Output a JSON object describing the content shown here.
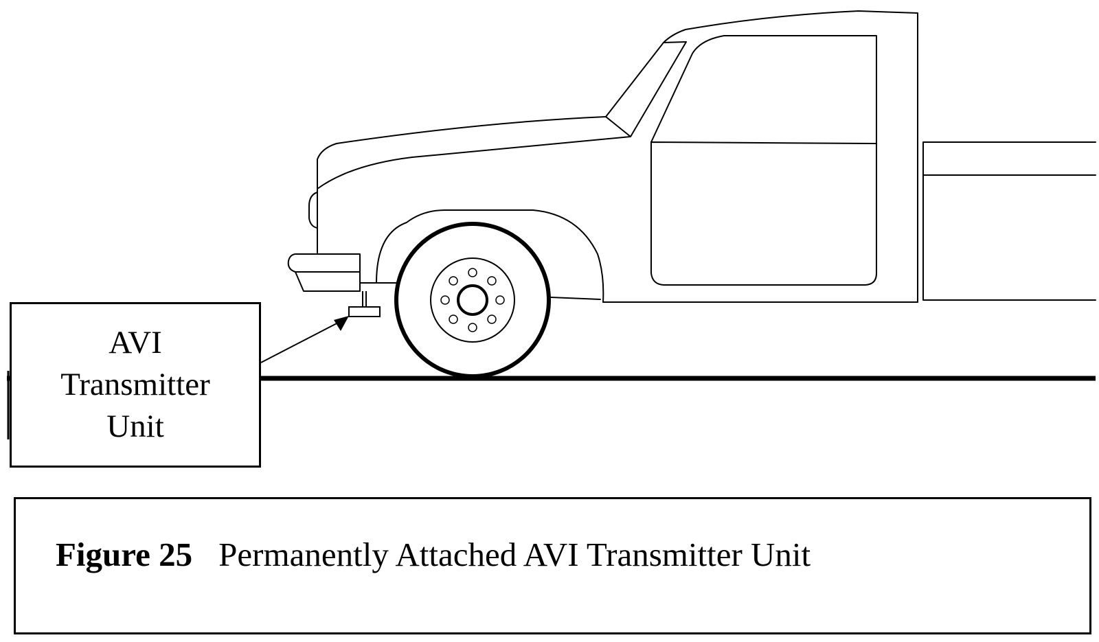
{
  "transmitter_label": {
    "line1": "AVI",
    "line2": "Transmitter",
    "line3": "Unit"
  },
  "caption": {
    "figure_number": "Figure 25",
    "title": "Permanently Attached AVI Transmitter Unit"
  },
  "colors": {
    "ink": "#000000",
    "background": "#ffffff"
  }
}
